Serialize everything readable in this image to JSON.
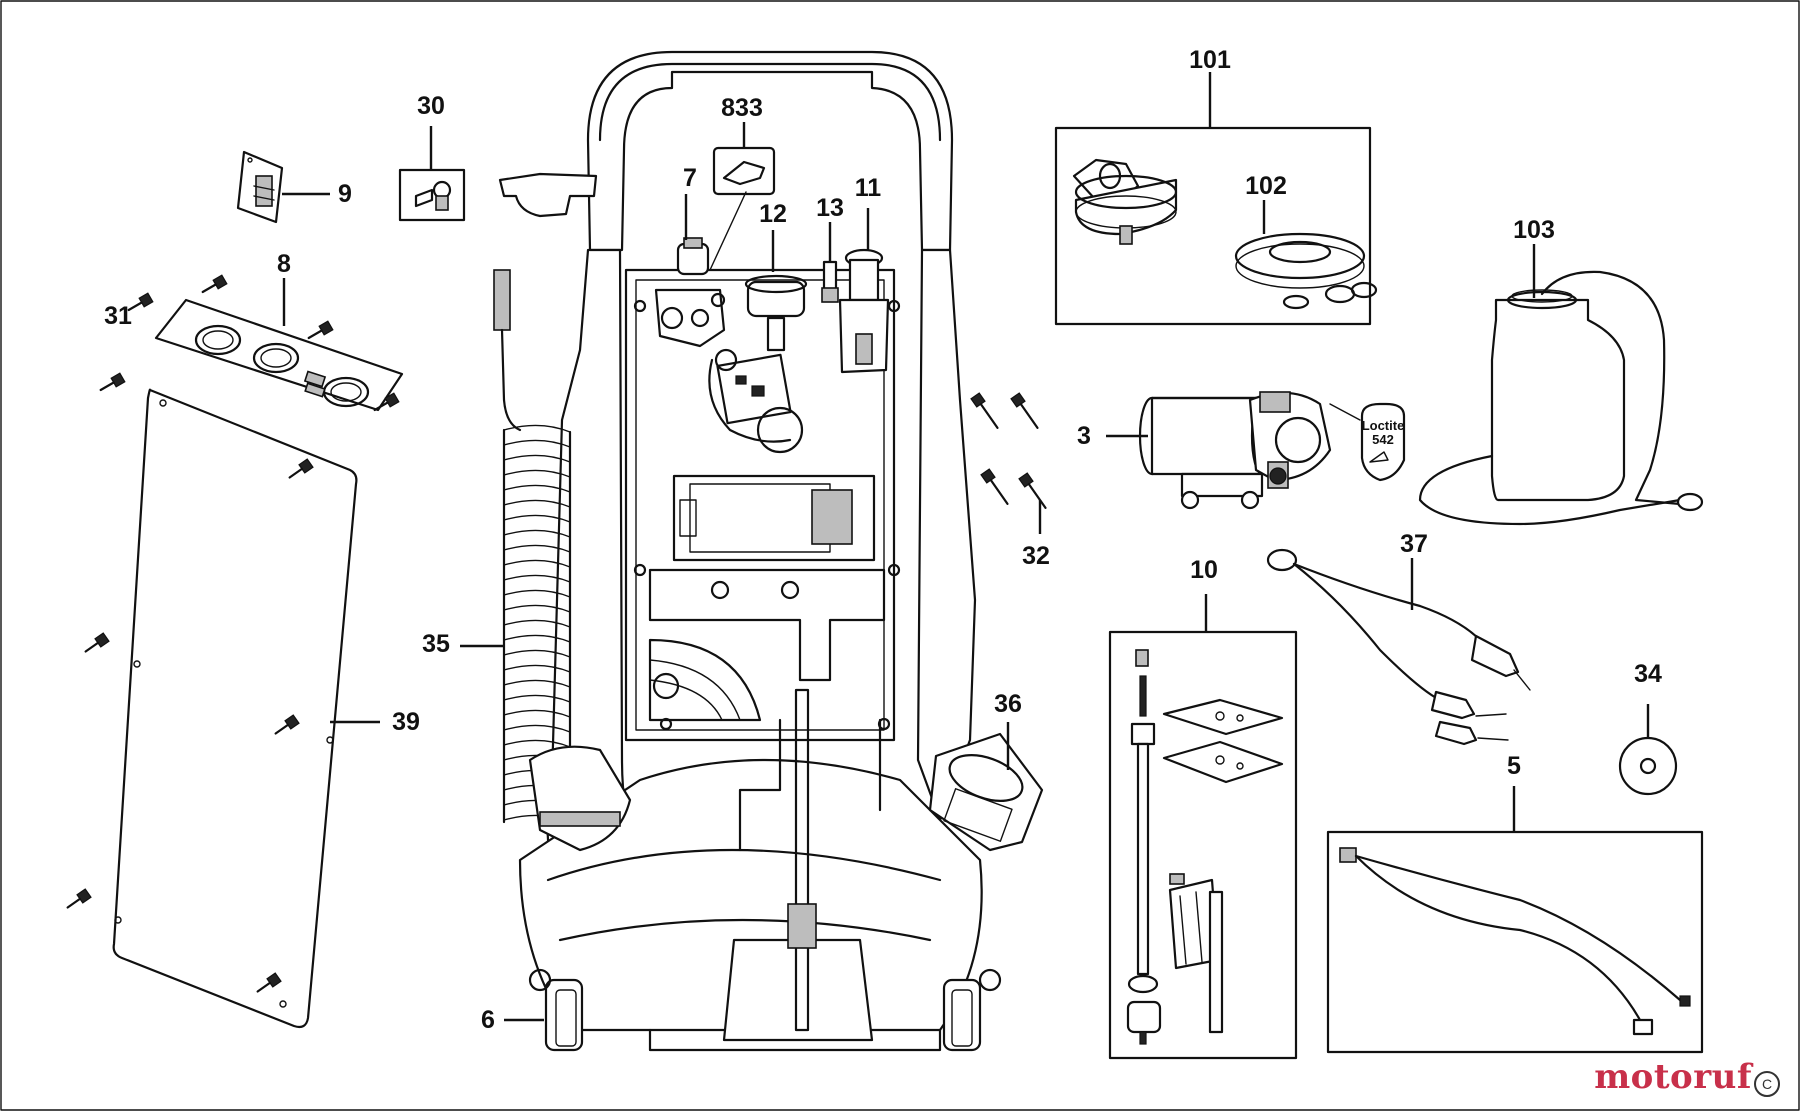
{
  "labels": {
    "p101": "101",
    "p102": "102",
    "p103": "103",
    "p30": "30",
    "p833": "833",
    "p9": "9",
    "p8": "8",
    "p31": "31",
    "p7": "7",
    "p12": "12",
    "p13": "13",
    "p11": "11",
    "p3": "3",
    "p32": "32",
    "p10": "10",
    "p37": "37",
    "p35": "35",
    "p36": "36",
    "p39": "39",
    "p34": "34",
    "p5": "5",
    "p6": "6"
  },
  "loctite": {
    "line1": "Loctite",
    "line2": "542"
  },
  "watermark": {
    "text": "motoruf",
    "badge": "C"
  }
}
